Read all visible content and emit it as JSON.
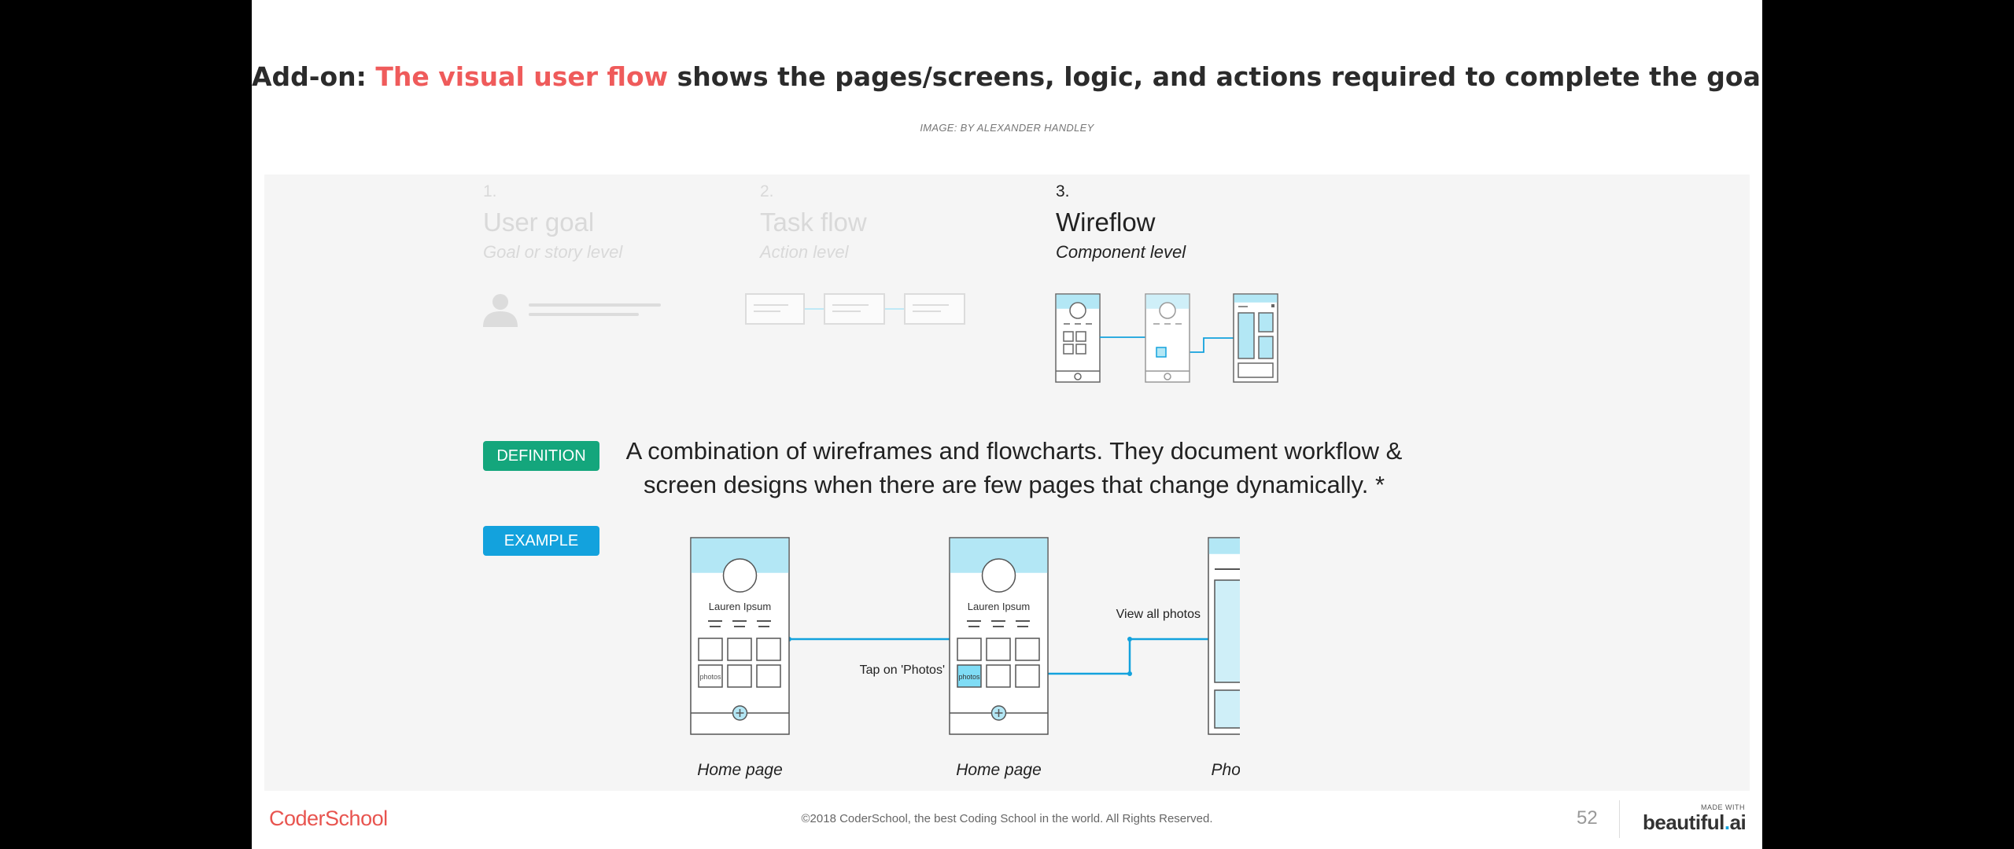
{
  "title": {
    "prefix": "Add-on:",
    "accent": "The visual user flow",
    "suffix": "shows the pages/screens, logic, and actions required to complete the goal."
  },
  "credit": "IMAGE: BY ALEXANDER HANDLEY",
  "levels": [
    {
      "num": "1.",
      "name": "User goal",
      "level": "Goal or story level"
    },
    {
      "num": "2.",
      "name": "Task flow",
      "level": "Action level"
    },
    {
      "num": "3.",
      "name": "Wireflow",
      "level": "Component level"
    }
  ],
  "definition": {
    "badge": "DEFINITION",
    "text": "A combination of wireframes and flowcharts. They document workflow & screen designs when there are few pages that change dynamically. *"
  },
  "example": {
    "badge": "EXAMPLE",
    "profile_name": "Lauren Ipsum",
    "photos_tile": "photos",
    "action1": "Tap on 'Photos'",
    "action2": "View all photos",
    "captions": [
      "Home page",
      "Home page",
      "Photos page"
    ]
  },
  "colors": {
    "accent": "#ef5b5b",
    "definition": "#14a67c",
    "example": "#13a2dd",
    "flow_line": "#13a2dd",
    "screen_header": "#b3e7f5"
  },
  "footer": {
    "brand": "CoderSchool",
    "copyright": "©2018 CoderSchool, the best Coding School in the world. All Rights Reserved.",
    "page_number": "52",
    "made_with": "MADE WITH",
    "beautiful": "beautiful",
    "ai": "ai"
  }
}
